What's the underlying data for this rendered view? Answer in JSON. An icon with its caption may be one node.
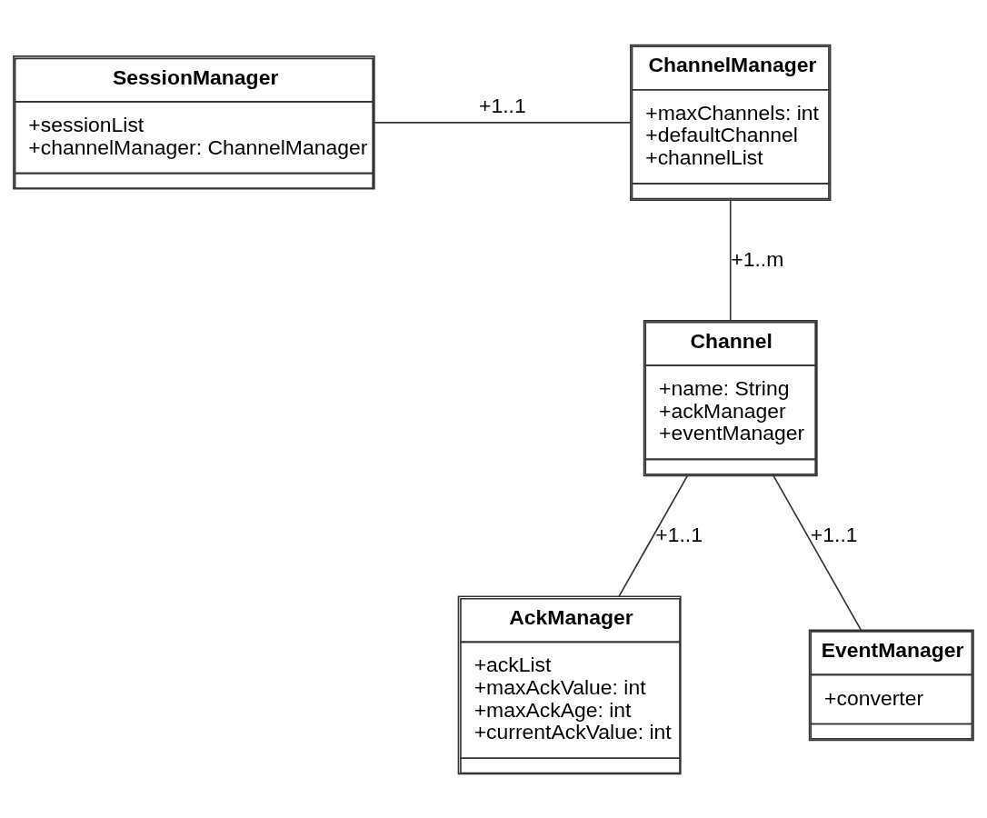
{
  "diagram": {
    "nodes": [
      {
        "text": [
          "SessionManager",
          "+sessionList",
          "+channelManager: ChannelManager"
        ]
      },
      {
        "text": [
          "ChannelManager",
          "+maxChannels: int",
          "+defaultChannel",
          "+channelList"
        ]
      },
      {
        "text": [
          "Channel",
          "+name: String",
          "+ackManager",
          "+eventManager"
        ]
      },
      {
        "text": [
          "AckManager",
          "+ackList",
          "+maxAckValue: int",
          "+maxAckAge: int",
          "+currentAckValue: int"
        ]
      },
      {
        "text": [
          "EventManager",
          "+converter"
        ]
      }
    ],
    "edges": [
      {
        "from": 0,
        "to": 1,
        "arrow": "none",
        "label": "+1..1"
      },
      {
        "from": 1,
        "to": 2,
        "arrow": "none",
        "label": "+1..m"
      },
      {
        "from": 2,
        "to": 3,
        "arrow": "none",
        "label": "+1..1"
      },
      {
        "from": 2,
        "to": 4,
        "arrow": "none",
        "label": "+1..1"
      }
    ]
  }
}
